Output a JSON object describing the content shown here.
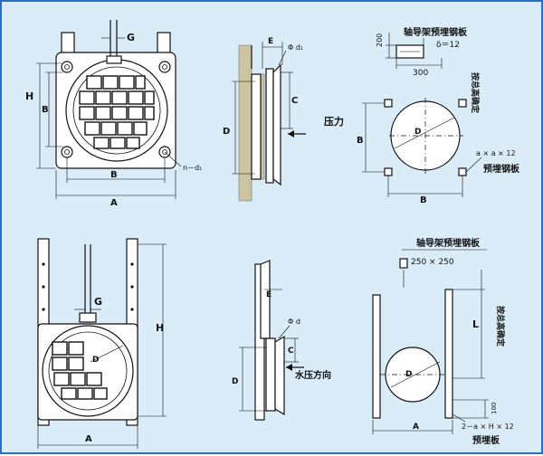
{
  "labels": {
    "G": "G",
    "H": "H",
    "B": "B",
    "A": "A",
    "n_d": "n－d₁",
    "E": "E",
    "phi_d1": "Φ d₁",
    "C": "C",
    "D": "D",
    "pressure": "压力",
    "water_pressure": "水压方向",
    "phi_d": "Φ d",
    "L": "L",
    "dim_200": "200",
    "dim_300": "300",
    "dim_100": "100",
    "delta": "δ＝12",
    "axle_plate_1": "轴导架预埋钢板",
    "axle_plate_2": "轴导架预埋钢板",
    "size_250": "250 × 250",
    "by_overall": "按总高确定",
    "by_overall_2": "按总高确定",
    "axa12": "a × a × 12",
    "embedded_plate": "预埋钢板",
    "embed_2a": "2－a × H × 12",
    "embedded_board": "预埋板"
  }
}
